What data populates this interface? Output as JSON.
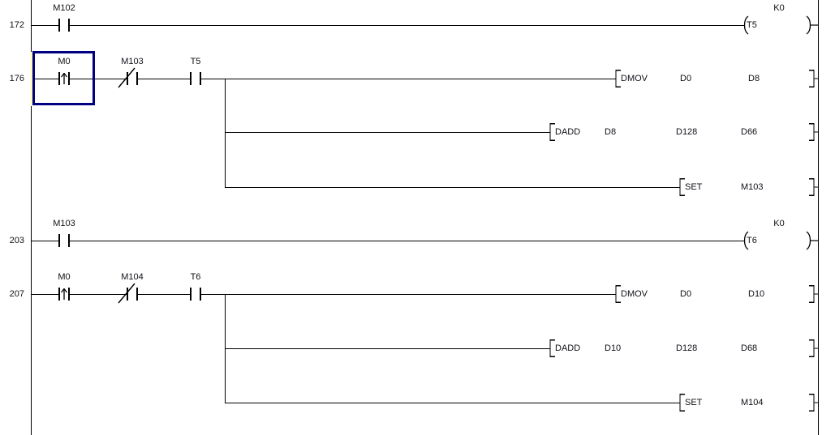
{
  "app": "ladder-editor",
  "colors": {
    "wire": "#000000",
    "text": "#101018",
    "cursor_border": "#000080",
    "cursor_rail_highlight": "#ffffa0",
    "background": "#ffffff"
  },
  "rungs": [
    {
      "step": "172",
      "contacts": [
        {
          "type": "no",
          "label": "M102"
        }
      ],
      "coil": {
        "device": "T5",
        "setting": "K0"
      }
    },
    {
      "step": "176",
      "contacts": [
        {
          "type": "pulse",
          "label": "M0",
          "cursor": true
        },
        {
          "type": "nc",
          "label": "M103"
        },
        {
          "type": "no",
          "label": "T5"
        }
      ],
      "instructions": [
        {
          "cmd": "DMOV",
          "ops": [
            {
              "t": "D0"
            },
            {
              "t": "D8"
            }
          ]
        },
        {
          "cmd": "DADD",
          "ops": [
            {
              "t": "D8"
            },
            {
              "t": "D128"
            },
            {
              "t": "D66"
            }
          ]
        },
        {
          "cmd": "SET",
          "ops": [
            {
              "t": "M103"
            }
          ]
        }
      ]
    },
    {
      "step": "203",
      "contacts": [
        {
          "type": "no",
          "label": "M103"
        }
      ],
      "coil": {
        "device": "T6",
        "setting": "K0"
      }
    },
    {
      "step": "207",
      "contacts": [
        {
          "type": "pulse",
          "label": "M0"
        },
        {
          "type": "nc",
          "label": "M104"
        },
        {
          "type": "no",
          "label": "T6"
        }
      ],
      "instructions": [
        {
          "cmd": "DMOV",
          "ops": [
            {
              "t": "D0"
            },
            {
              "t": "D10"
            }
          ]
        },
        {
          "cmd": "DADD",
          "ops": [
            {
              "t": "D10"
            },
            {
              "t": "D128"
            },
            {
              "t": "D68"
            }
          ]
        },
        {
          "cmd": "SET",
          "ops": [
            {
              "t": "M104"
            }
          ]
        }
      ]
    }
  ]
}
